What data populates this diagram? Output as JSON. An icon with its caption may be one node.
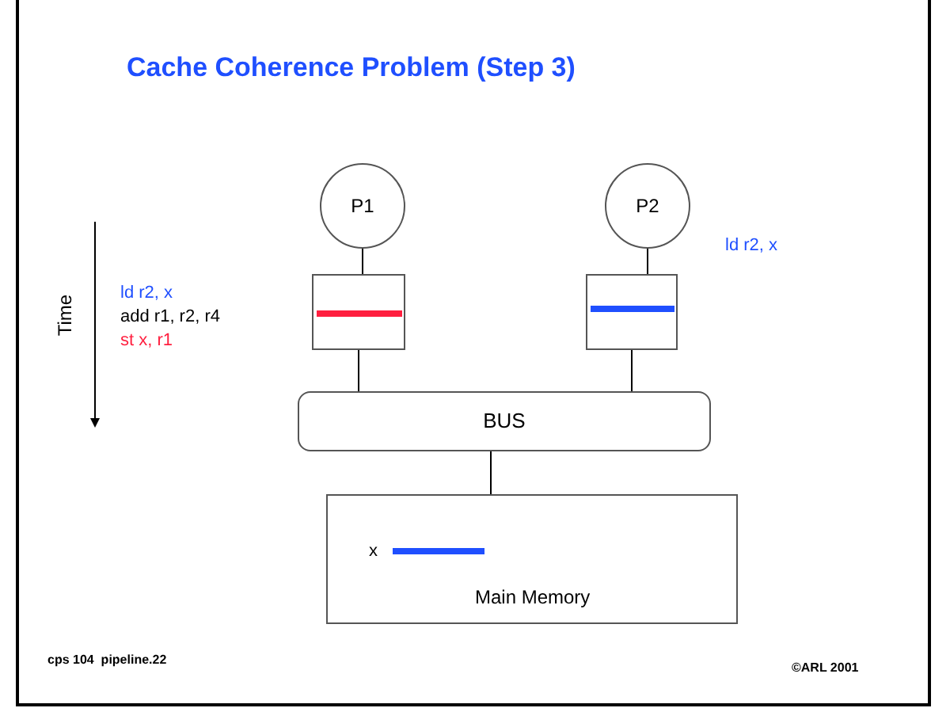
{
  "diagram": {
    "title": "Cache Coherence Problem (Step 3)",
    "nodes": [
      {
        "text": [
          "P1"
        ]
      },
      {
        "text": [
          "P2"
        ]
      },
      {
        "text": [],
        "shape": "box"
      },
      {
        "text": [],
        "shape": "box"
      },
      {
        "text": [
          "BUS"
        ]
      },
      {
        "text": [
          "x",
          "Main Memory"
        ]
      }
    ],
    "edges": [
      {
        "from": 0,
        "to": 2,
        "arrow": "none"
      },
      {
        "from": 1,
        "to": 3,
        "arrow": "none"
      },
      {
        "from": 2,
        "to": 4,
        "arrow": "none"
      },
      {
        "from": 3,
        "to": 4,
        "arrow": "none"
      },
      {
        "from": 4,
        "to": 5,
        "arrow": "none"
      }
    ],
    "labels": [
      "ld r2, x",
      "Time",
      "ld r2, x",
      "add r1, r2, r4",
      "st x, r1",
      "cps 104  pipeline.22",
      "©ARL 2001"
    ]
  }
}
